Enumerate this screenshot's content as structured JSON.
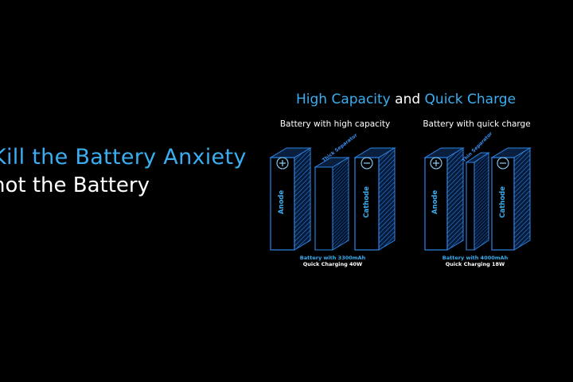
{
  "slide": {
    "headline": "Kill the Battery Anxiety",
    "subline": "not the Battery"
  },
  "title": {
    "part1": "High Capacity",
    "part2": "and",
    "part3": "Quick Charge"
  },
  "left_panel": {
    "title": "Battery with high capacity",
    "anode_label": "Anode",
    "cathode_label": "Cathode",
    "separator_label": "Thick Separator",
    "caption_line1": "Battery with 3300mAh",
    "caption_line2": "Quick Charging 40W"
  },
  "right_panel": {
    "title": "Battery with quick charge",
    "anode_label": "Anode",
    "cathode_label": "Cathode",
    "separator_label": "Thin Separator",
    "caption_line1": "Battery with 4000mAh",
    "caption_line2": "Quick Charging 18W"
  },
  "colors": {
    "accent": "#3aaef0",
    "outline": "#1f6fd6",
    "background": "#000000",
    "text": "#ffffff"
  },
  "icons": {
    "anode": "plus-circle-icon",
    "cathode": "minus-circle-icon"
  }
}
